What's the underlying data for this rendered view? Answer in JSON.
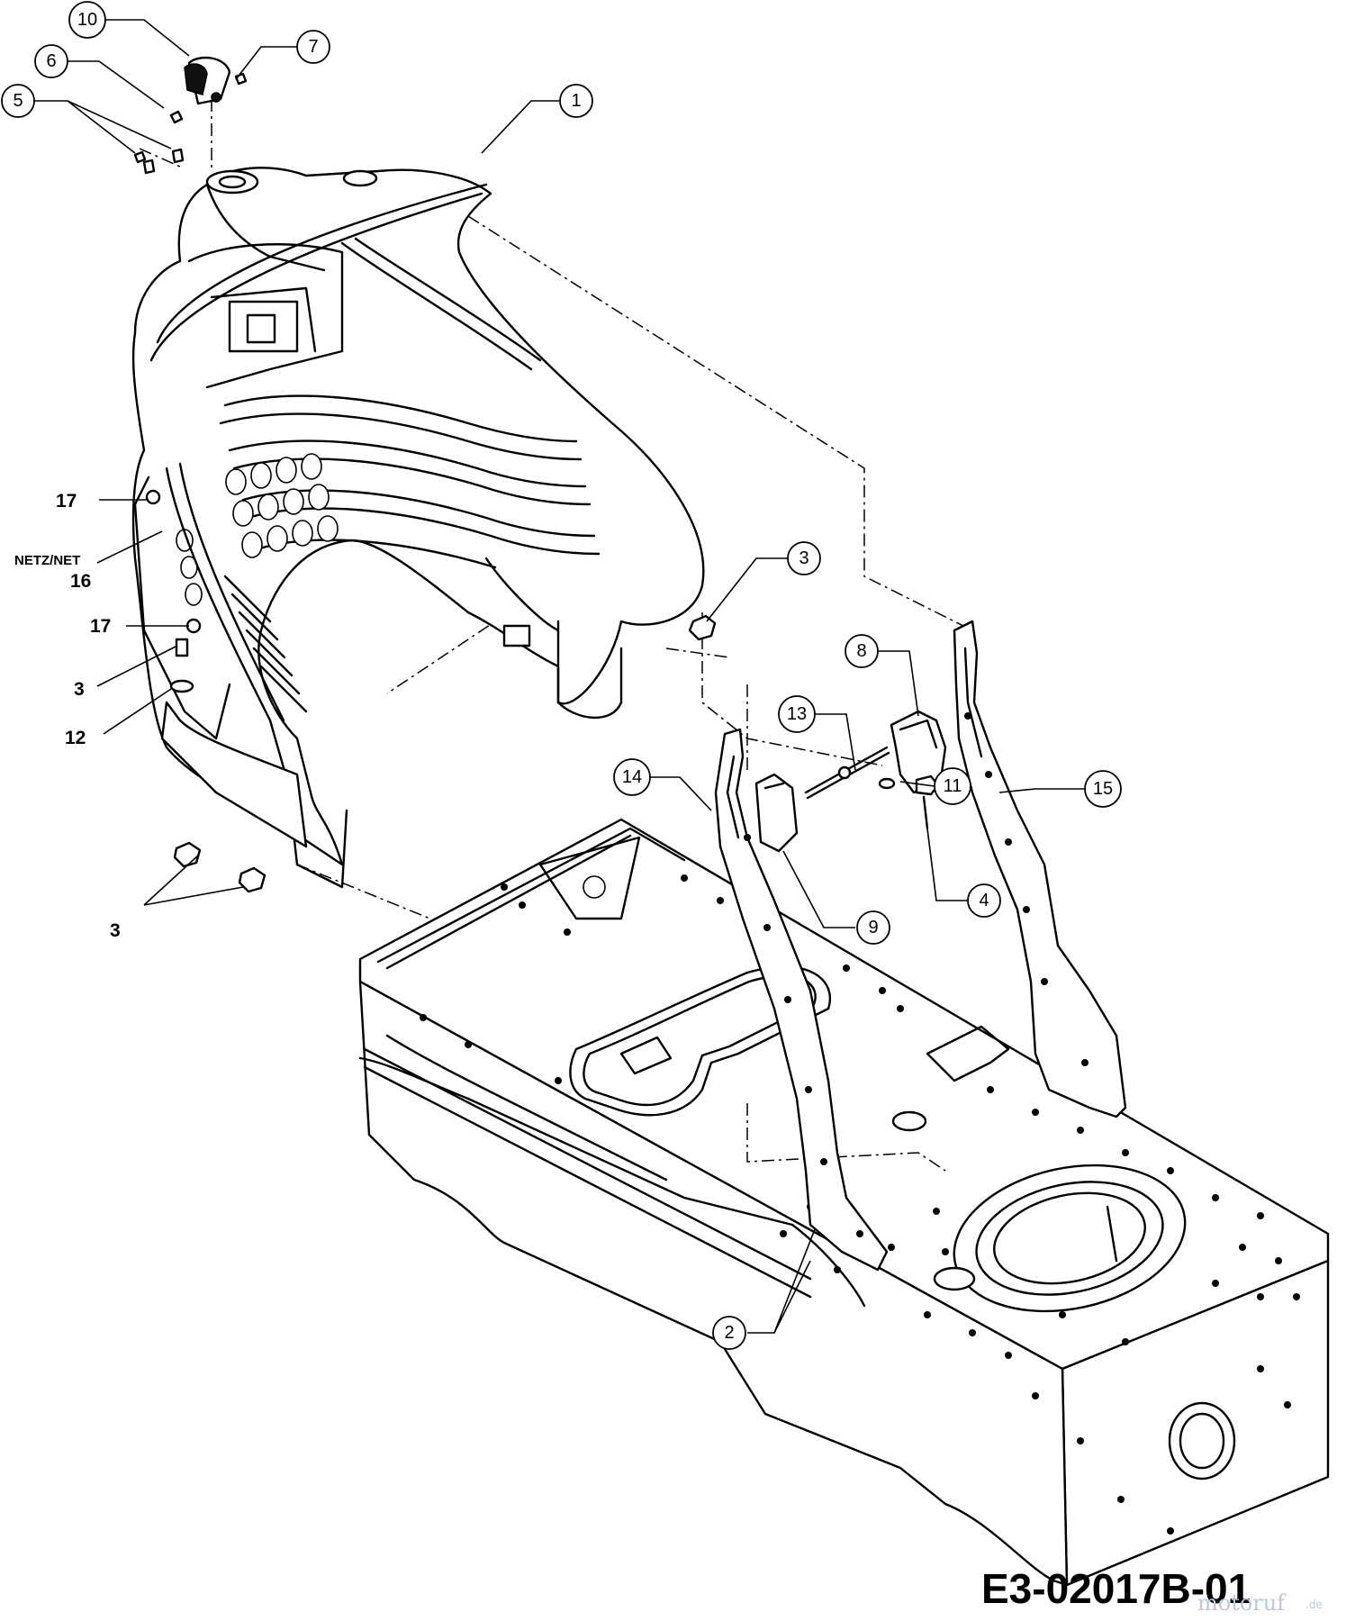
{
  "diagram": {
    "callouts": [
      {
        "id": "c10",
        "number": "10"
      },
      {
        "id": "c6",
        "number": "6"
      },
      {
        "id": "c7",
        "number": "7"
      },
      {
        "id": "c5",
        "number": "5"
      },
      {
        "id": "c1",
        "number": "1"
      },
      {
        "id": "c3a",
        "number": "3"
      },
      {
        "id": "c8",
        "number": "8"
      },
      {
        "id": "c13",
        "number": "13"
      },
      {
        "id": "c14",
        "number": "14"
      },
      {
        "id": "c11",
        "number": "11"
      },
      {
        "id": "c15",
        "number": "15"
      },
      {
        "id": "c4",
        "number": "4"
      },
      {
        "id": "c9",
        "number": "9"
      },
      {
        "id": "c2",
        "number": "2"
      }
    ],
    "plain_labels": {
      "l17a": "17",
      "lnet": "NETZ/NET",
      "l16": "16",
      "l17b": "17",
      "l3a": "3",
      "l12": "12",
      "l3b": "3"
    },
    "drawing_code": "E3-02017B-01",
    "watermark": {
      "brand": "motoruf",
      "suffix": ".de"
    }
  }
}
